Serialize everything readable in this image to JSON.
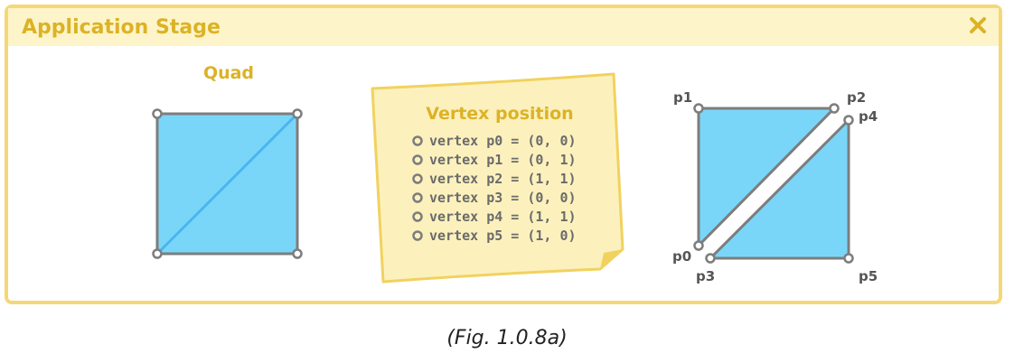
{
  "panel": {
    "title": "Application Stage",
    "close_icon": "close-x-icon"
  },
  "quad": {
    "label": "Quad"
  },
  "note": {
    "title": "Vertex position",
    "lines": [
      "vertex p0 = (0, 0)",
      "vertex p1 = (0, 1)",
      "vertex p2 = (1, 1)",
      "vertex p3 = (0, 0)",
      "vertex p4 = (1, 1)",
      "vertex p5 = (1, 0)"
    ]
  },
  "triangles": {
    "labels": [
      "p0",
      "p1",
      "p2",
      "p3",
      "p4",
      "p5"
    ]
  },
  "caption": "(Fig. 1.0.8a)",
  "colors": {
    "border": "#f4d878",
    "header_bg": "#fdf5c9",
    "title_text": "#dcb226",
    "fill_blue": "#7ad6f8",
    "stroke_gray": "#7d7d7d",
    "note_bg": "#fcf1bd"
  }
}
